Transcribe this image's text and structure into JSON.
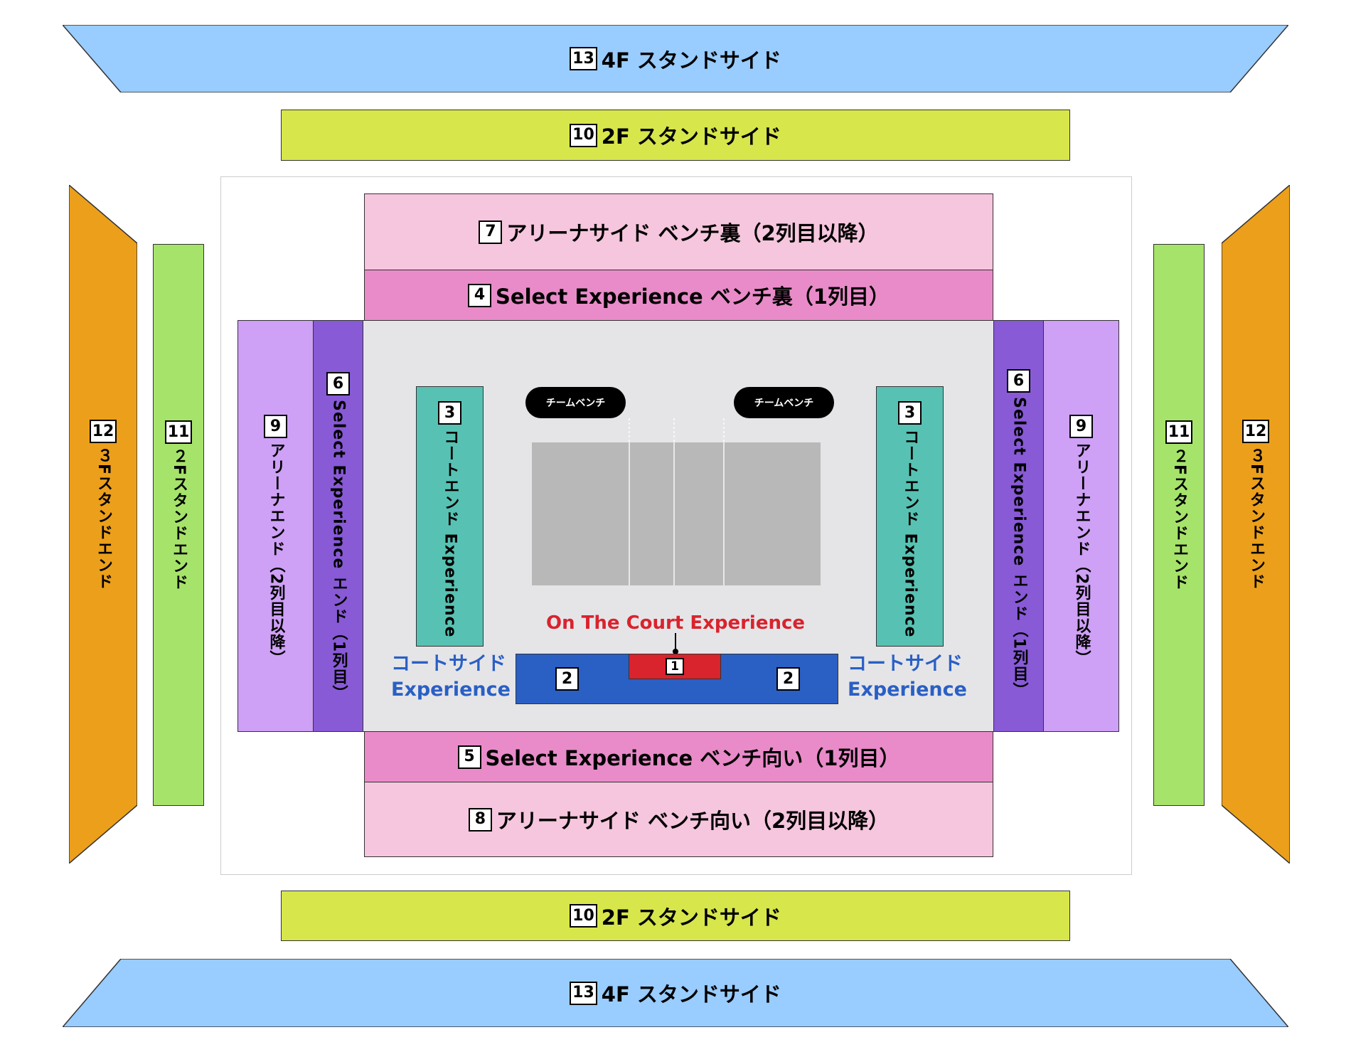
{
  "colors": {
    "stand_4f": "#99ccff",
    "stand_2f_side": "#d7e64b",
    "stand_3f_end": "#ec9f1a",
    "stand_2f_end": "#a6e36b",
    "arena_side": "#f5c6dd",
    "select_side": "#e98bc9",
    "arena_end": "#cea0f6",
    "select_end": "#885ad6",
    "court_end": "#57c2b3",
    "court_side": "#2a5fc4",
    "on_court": "#d9232d",
    "floor": "#e5e5e8",
    "court": "#b8b8b8"
  },
  "sections": {
    "s13_top": {
      "num": "13",
      "label": "4F スタンドサイド"
    },
    "s10_top": {
      "num": "10",
      "label": "2F スタンドサイド"
    },
    "s7": {
      "num": "7",
      "label": "アリーナサイド ベンチ裏（2列目以降）"
    },
    "s4": {
      "num": "4",
      "label": "Select Experience ベンチ裏（1列目）"
    },
    "s5": {
      "num": "5",
      "label": "Select Experience ベンチ向い（1列目）"
    },
    "s8": {
      "num": "8",
      "label": "アリーナサイド ベンチ向い（2列目以降）"
    },
    "s10_bottom": {
      "num": "10",
      "label": "2F スタンドサイド"
    },
    "s13_bottom": {
      "num": "13",
      "label": "4F スタンドサイド"
    },
    "s12_left": {
      "num": "12",
      "label": "３Fスタンドエンド"
    },
    "s11_left": {
      "num": "11",
      "label": "２Fスタンドエンド"
    },
    "s9_left": {
      "num": "9",
      "label": "アリーナエンド（2列目以降）"
    },
    "s6_left": {
      "num": "6",
      "label": "Select Experience エンド（1列目）"
    },
    "s3_left": {
      "num": "3",
      "label": "コートエンド Experience"
    },
    "s3_right": {
      "num": "3",
      "label": "コートエンド Experience"
    },
    "s6_right": {
      "num": "6",
      "label": "Select Experience エンド（1列目）"
    },
    "s9_right": {
      "num": "9",
      "label": "アリーナエンド（2列目以降）"
    },
    "s11_right": {
      "num": "11",
      "label": "２Fスタンドエンド"
    },
    "s12_right": {
      "num": "12",
      "label": "３Fスタンドエンド"
    },
    "s2_left": {
      "num": "2"
    },
    "s2_right": {
      "num": "2"
    },
    "s1": {
      "num": "1"
    }
  },
  "bench_left": "チームベンチ",
  "bench_right": "チームベンチ",
  "courtside_left": {
    "line1": "コートサイド",
    "line2": "Experience"
  },
  "courtside_right": {
    "line1": "コートサイド",
    "line2": "Experience"
  },
  "on_court_label": "On The Court Experience"
}
